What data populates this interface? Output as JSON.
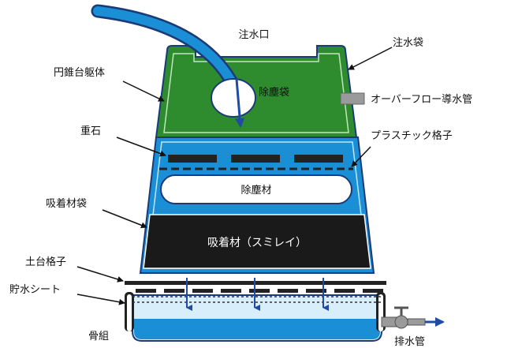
{
  "labels": {
    "inlet": "注水口",
    "water_bag": "注水袋",
    "body": "円錐台躯体",
    "dust_bag": "除塵袋",
    "overflow_pipe": "オーバーフロー導水管",
    "weight_stone": "重石",
    "plastic_grid": "プラスチック格子",
    "dust_material": "除塵材",
    "adsorbent_bag": "吸着材袋",
    "adsorbent": "吸着材（スミレイ）",
    "base_grid": "土台格子",
    "water_sheet": "貯水シート",
    "frame": "骨組",
    "drain_pipe": "排水管"
  },
  "colors": {
    "green": "#2e8b2e",
    "blue": "#1a8fd6",
    "dark_blue": "#1f4aa8",
    "black": "#1a1a1a",
    "gray": "#9a9a9a",
    "outline": "#1b3a78"
  }
}
